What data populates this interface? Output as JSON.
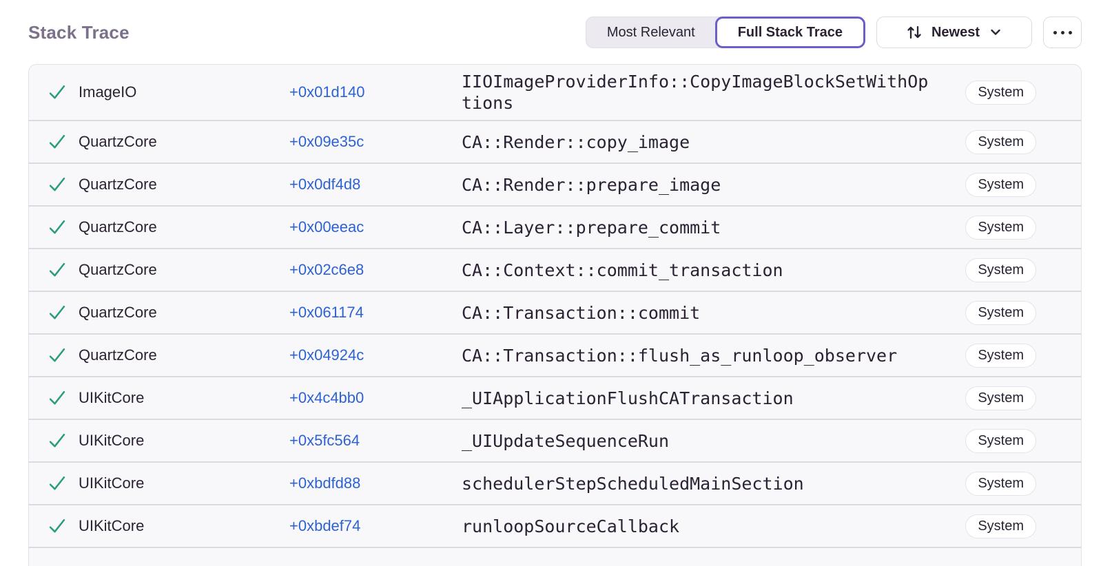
{
  "header": {
    "title": "Stack Trace",
    "view_toggle": {
      "options": [
        {
          "label": "Most Relevant",
          "selected": false
        },
        {
          "label": "Full Stack Trace",
          "selected": true
        }
      ]
    },
    "sort": {
      "label": "Newest"
    }
  },
  "colors": {
    "accent_purple": "#6a5fc8",
    "address_blue": "#2c62d4",
    "check_green": "#2b9c80",
    "row_background": "#f8f8fa",
    "title_gray": "#7b7289"
  },
  "icons": {
    "frame_status": "check-icon",
    "sort": "sort-arrows-icon",
    "sort_expand": "chevron-down-icon",
    "more": "ellipsis-icon"
  },
  "table": {
    "rows": [
      {
        "module": "ImageIO",
        "address": "+0x01d140",
        "function": "IIOImageProviderInfo::CopyImageBlockSetWithOptions",
        "tag": "System"
      },
      {
        "module": "QuartzCore",
        "address": "+0x09e35c",
        "function": "CA::Render::copy_image",
        "tag": "System"
      },
      {
        "module": "QuartzCore",
        "address": "+0x0df4d8",
        "function": "CA::Render::prepare_image",
        "tag": "System"
      },
      {
        "module": "QuartzCore",
        "address": "+0x00eeac",
        "function": "CA::Layer::prepare_commit",
        "tag": "System"
      },
      {
        "module": "QuartzCore",
        "address": "+0x02c6e8",
        "function": "CA::Context::commit_transaction",
        "tag": "System"
      },
      {
        "module": "QuartzCore",
        "address": "+0x061174",
        "function": "CA::Transaction::commit",
        "tag": "System"
      },
      {
        "module": "QuartzCore",
        "address": "+0x04924c",
        "function": "CA::Transaction::flush_as_runloop_observer",
        "tag": "System"
      },
      {
        "module": "UIKitCore",
        "address": "+0x4c4bb0",
        "function": "_UIApplicationFlushCATransaction",
        "tag": "System"
      },
      {
        "module": "UIKitCore",
        "address": "+0x5fc564",
        "function": "_UIUpdateSequenceRun",
        "tag": "System"
      },
      {
        "module": "UIKitCore",
        "address": "+0xbdfd88",
        "function": "schedulerStepScheduledMainSection",
        "tag": "System"
      },
      {
        "module": "UIKitCore",
        "address": "+0xbdef74",
        "function": "runloopSourceCallback",
        "tag": "System"
      }
    ]
  }
}
